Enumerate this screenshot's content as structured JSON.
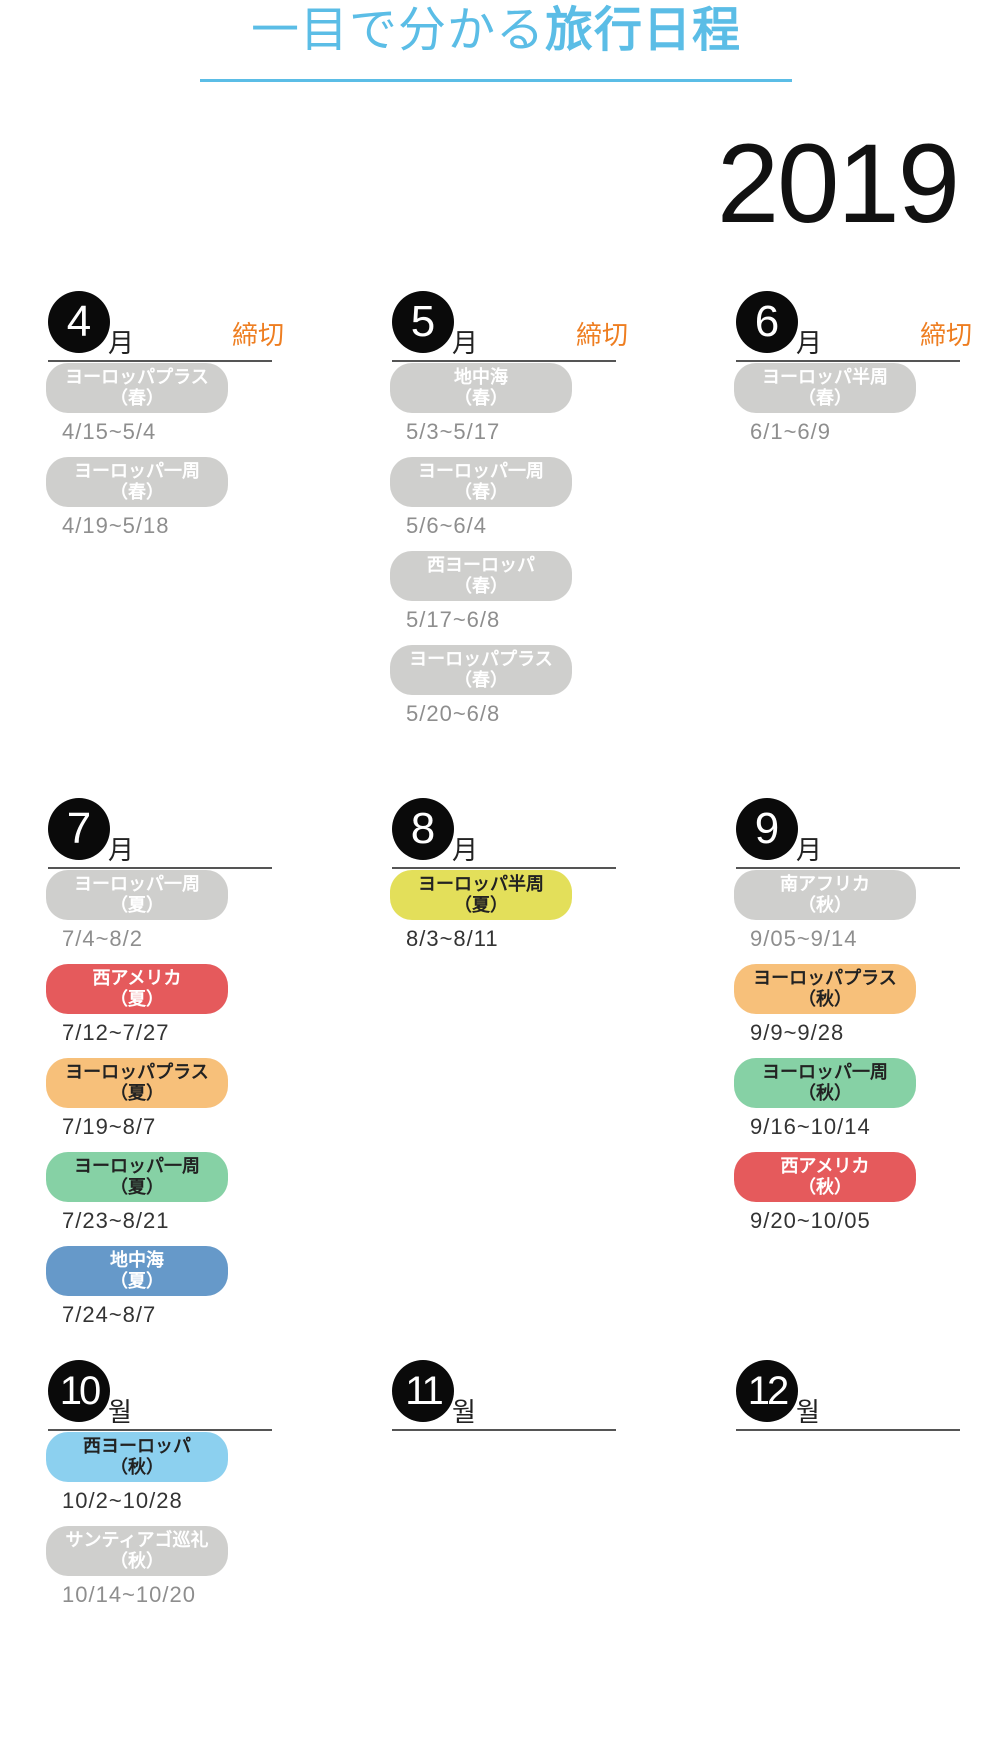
{
  "title": {
    "light": "一目で分かる",
    "bold": "旅行日程"
  },
  "year": "2019",
  "colors": {
    "accent": "#5bbde6",
    "deadline": "#ee7e21",
    "done": "#cfcfcd"
  },
  "months": {
    "apr": {
      "num": "4",
      "unit": "月",
      "deadline": "締切",
      "trips": [
        {
          "name": "ヨーロッパプラス",
          "season": "（春）",
          "dates": "4/15~5/4"
        },
        {
          "name": "ヨーロッパ一周",
          "season": "（春）",
          "dates": "4/19~5/18"
        }
      ]
    },
    "may": {
      "num": "5",
      "unit": "月",
      "deadline": "締切",
      "trips": [
        {
          "name": "地中海",
          "season": "（春）",
          "dates": "5/3~5/17"
        },
        {
          "name": "ヨーロッパ一周",
          "season": "（春）",
          "dates": "5/6~6/4"
        },
        {
          "name": "西ヨーロッパ",
          "season": "（春）",
          "dates": "5/17~6/8"
        },
        {
          "name": "ヨーロッパプラス",
          "season": "（春）",
          "dates": "5/20~6/8"
        }
      ]
    },
    "jun": {
      "num": "6",
      "unit": "月",
      "deadline": "締切",
      "trips": [
        {
          "name": "ヨーロッパ半周",
          "season": "（春）",
          "dates": "6/1~6/9"
        }
      ]
    },
    "jul": {
      "num": "7",
      "unit": "月",
      "trips": [
        {
          "name": "ヨーロッパ一周",
          "season": "（夏）",
          "dates": "7/4~8/2"
        },
        {
          "name": "西アメリカ",
          "season": "（夏）",
          "dates": "7/12~7/27"
        },
        {
          "name": "ヨーロッパプラス",
          "season": "（夏）",
          "dates": "7/19~8/7"
        },
        {
          "name": "ヨーロッパ一周",
          "season": "（夏）",
          "dates": "7/23~8/21"
        },
        {
          "name": "地中海",
          "season": "（夏）",
          "dates": "7/24~8/7"
        }
      ]
    },
    "aug": {
      "num": "8",
      "unit": "月",
      "trips": [
        {
          "name": "ヨーロッパ半周",
          "season": "（夏）",
          "dates": "8/3~8/11"
        }
      ]
    },
    "sep": {
      "num": "9",
      "unit": "月",
      "trips": [
        {
          "name": "南アフリカ",
          "season": "（秋）",
          "dates": "9/05~9/14"
        },
        {
          "name": "ヨーロッパプラス",
          "season": "（秋）",
          "dates": "9/9~9/28"
        },
        {
          "name": "ヨーロッパ一周",
          "season": "（秋）",
          "dates": "9/16~10/14"
        },
        {
          "name": "西アメリカ",
          "season": "（秋）",
          "dates": "9/20~10/05"
        }
      ]
    },
    "oct": {
      "num": "10",
      "unit": "월",
      "trips": [
        {
          "name": "西ヨーロッパ",
          "season": "（秋）",
          "dates": "10/2~10/28"
        },
        {
          "name": "サンティアゴ巡礼",
          "season": "（秋）",
          "dates": "10/14~10/20"
        }
      ]
    },
    "nov": {
      "num": "11",
      "unit": "월",
      "trips": []
    },
    "dec": {
      "num": "12",
      "unit": "월",
      "trips": []
    }
  }
}
